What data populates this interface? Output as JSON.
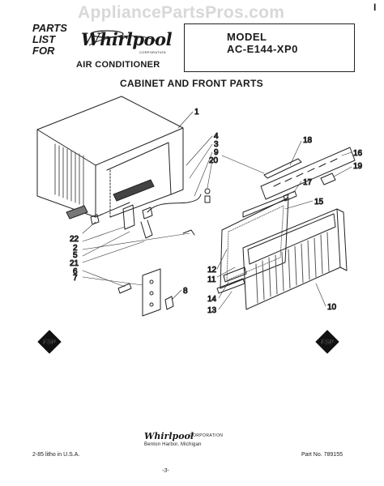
{
  "watermark": "AppliancePartsPros.com",
  "header": {
    "parts_list_lines": [
      "PARTS",
      "LIST",
      "FOR"
    ],
    "brand": "Whirlpool",
    "brand_corporation": "CORPORATION",
    "product": "AIR CONDITIONER",
    "model_label": "MODEL",
    "model_number": "AC-E144-XP0",
    "corner_mark": "I"
  },
  "section_title": "CABINET AND FRONT PARTS",
  "callouts": [
    "1",
    "4",
    "3",
    "9",
    "20",
    "18",
    "16",
    "19",
    "17",
    "15",
    "12",
    "11",
    "10",
    "13",
    "14",
    "8",
    "7",
    "6",
    "21",
    "5",
    "2",
    "22"
  ],
  "footer": {
    "left_badge": "FSP",
    "right_badge": "FSP",
    "left_text": "2-85   litho in U.S.A.",
    "brand": "Whirlpool",
    "corporation": "CORPORATION",
    "city": "Benton Harbor, Michigan",
    "part_number": "Part No. 789155",
    "page_ref": "-3-"
  }
}
